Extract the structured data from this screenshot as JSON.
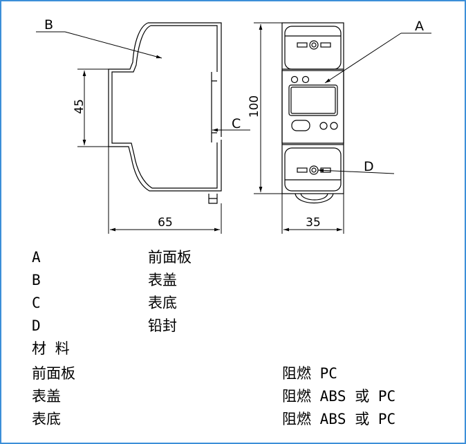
{
  "dims": {
    "h45": "45",
    "w65": "65",
    "h100": "100",
    "w35": "35"
  },
  "callouts": {
    "a": "A",
    "b": "B",
    "c": "C",
    "d": "D"
  },
  "legend": [
    {
      "key": "A",
      "name": "前面板"
    },
    {
      "key": "B",
      "name": "表盖"
    },
    {
      "key": "C",
      "name": "表底"
    },
    {
      "key": "D",
      "name": "铅封"
    }
  ],
  "materials": {
    "heading": "材 料",
    "rows": [
      {
        "part": "前面板",
        "material": "阻燃 PC"
      },
      {
        "part": "表盖",
        "material": "阻燃 ABS 或 PC"
      },
      {
        "part": "表底",
        "material": "阻燃 ABS 或 PC"
      }
    ]
  }
}
